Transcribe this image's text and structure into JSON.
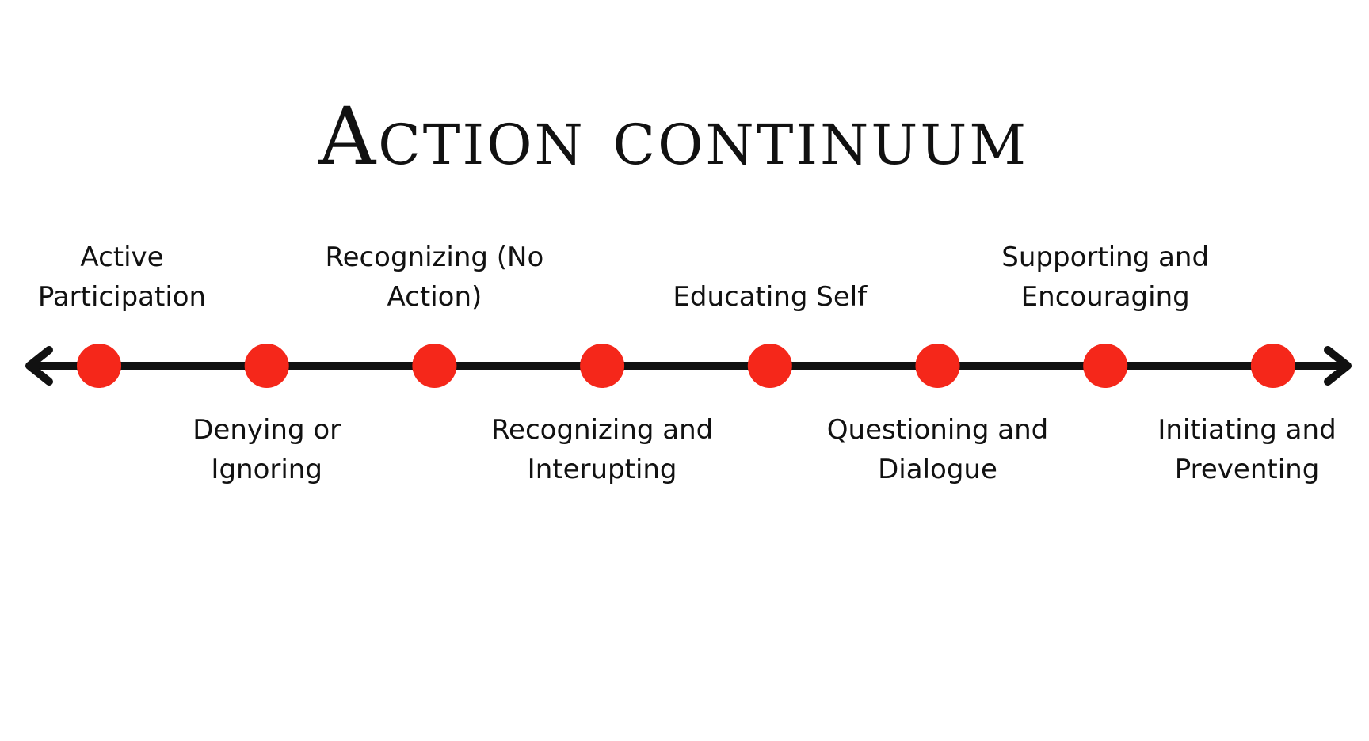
{
  "title": "Action continuum",
  "colors": {
    "line": "#111111",
    "point": "#f5271a",
    "text": "#111111",
    "background": "#ffffff"
  },
  "points": [
    {
      "label": "Active Participation",
      "position": "above"
    },
    {
      "label": "Denying or Ignoring",
      "position": "below"
    },
    {
      "label": "Recognizing (No Action)",
      "position": "above"
    },
    {
      "label": "Recognizing and Interupting",
      "position": "below"
    },
    {
      "label": "Educating Self",
      "position": "above"
    },
    {
      "label": "Questioning and Dialogue",
      "position": "below"
    },
    {
      "label": "Supporting and Encouraging",
      "position": "above"
    },
    {
      "label": "Initiating and Preventing",
      "position": "below"
    }
  ]
}
